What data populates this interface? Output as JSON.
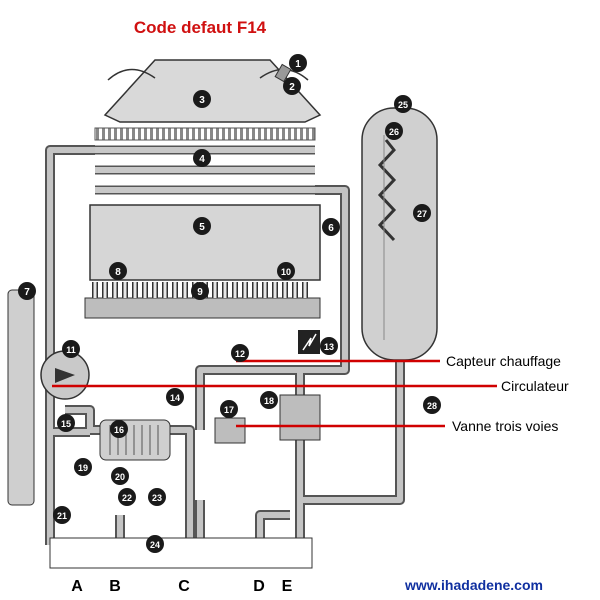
{
  "diagram": {
    "title": "Code defaut F14",
    "website": "www.ihadadene.com",
    "annotations": [
      {
        "key": "capteur",
        "text": "Capteur chauffage"
      },
      {
        "key": "circulateur",
        "text": "Circulateur"
      },
      {
        "key": "vanne",
        "text": "Vanne trois voies"
      }
    ],
    "ports": [
      "A",
      "B",
      "C",
      "D",
      "E"
    ],
    "components": [
      "1",
      "2",
      "3",
      "4",
      "5",
      "6",
      "7",
      "8",
      "9",
      "10",
      "11",
      "12",
      "13",
      "14",
      "15",
      "16",
      "17",
      "18",
      "19",
      "20",
      "21",
      "22",
      "23",
      "24",
      "25",
      "26",
      "27",
      "28"
    ]
  },
  "colors": {
    "title": "#d01010",
    "annotation_line": "#d00000",
    "pipe": "#b8b8b8",
    "pipe_edge": "#555555",
    "badge": "#1a1a1a",
    "website": "#1030a0"
  }
}
